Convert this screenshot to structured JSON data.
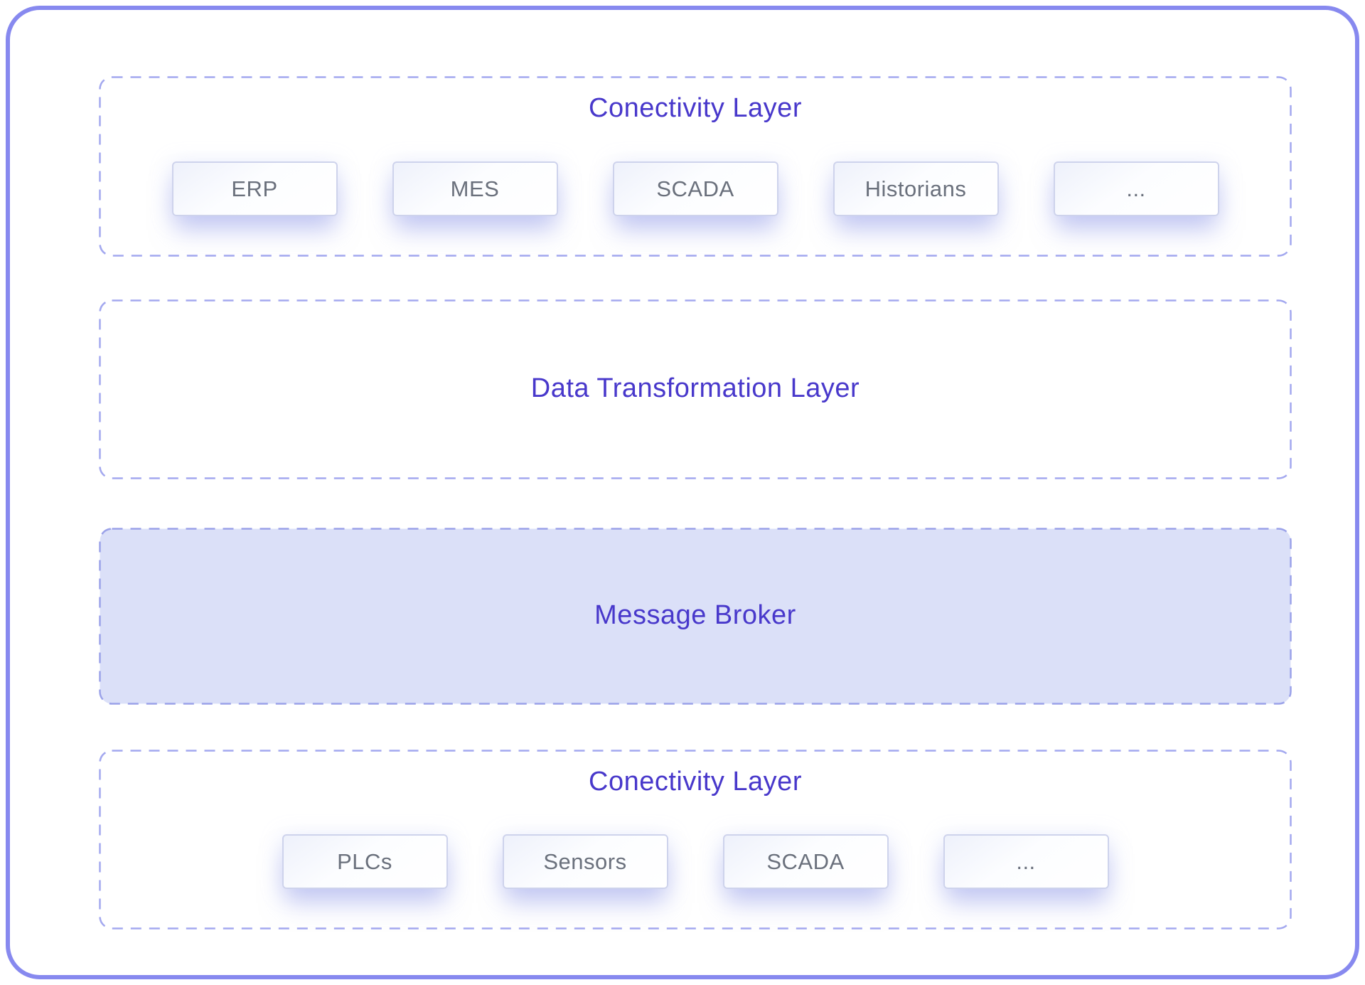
{
  "diagram": {
    "colors": {
      "accent_text": "#4838CB",
      "outer_border": "#8789EF",
      "dashed_border": "#A3A8EF",
      "broker_fill": "#DBE0F8",
      "node_text": "#6A707C"
    },
    "sections": [
      {
        "id": "connectivity-top",
        "title": "Conectivity Layer",
        "boxes": [
          "ERP",
          "MES",
          "SCADA",
          "Historians",
          "..."
        ]
      },
      {
        "id": "data-transformation",
        "title": "Data Transformation Layer",
        "boxes": []
      },
      {
        "id": "message-broker",
        "title": "Message Broker",
        "boxes": []
      },
      {
        "id": "connectivity-bottom",
        "title": "Conectivity Layer",
        "boxes": [
          "PLCs",
          "Sensors",
          "SCADA",
          "..."
        ]
      }
    ]
  }
}
